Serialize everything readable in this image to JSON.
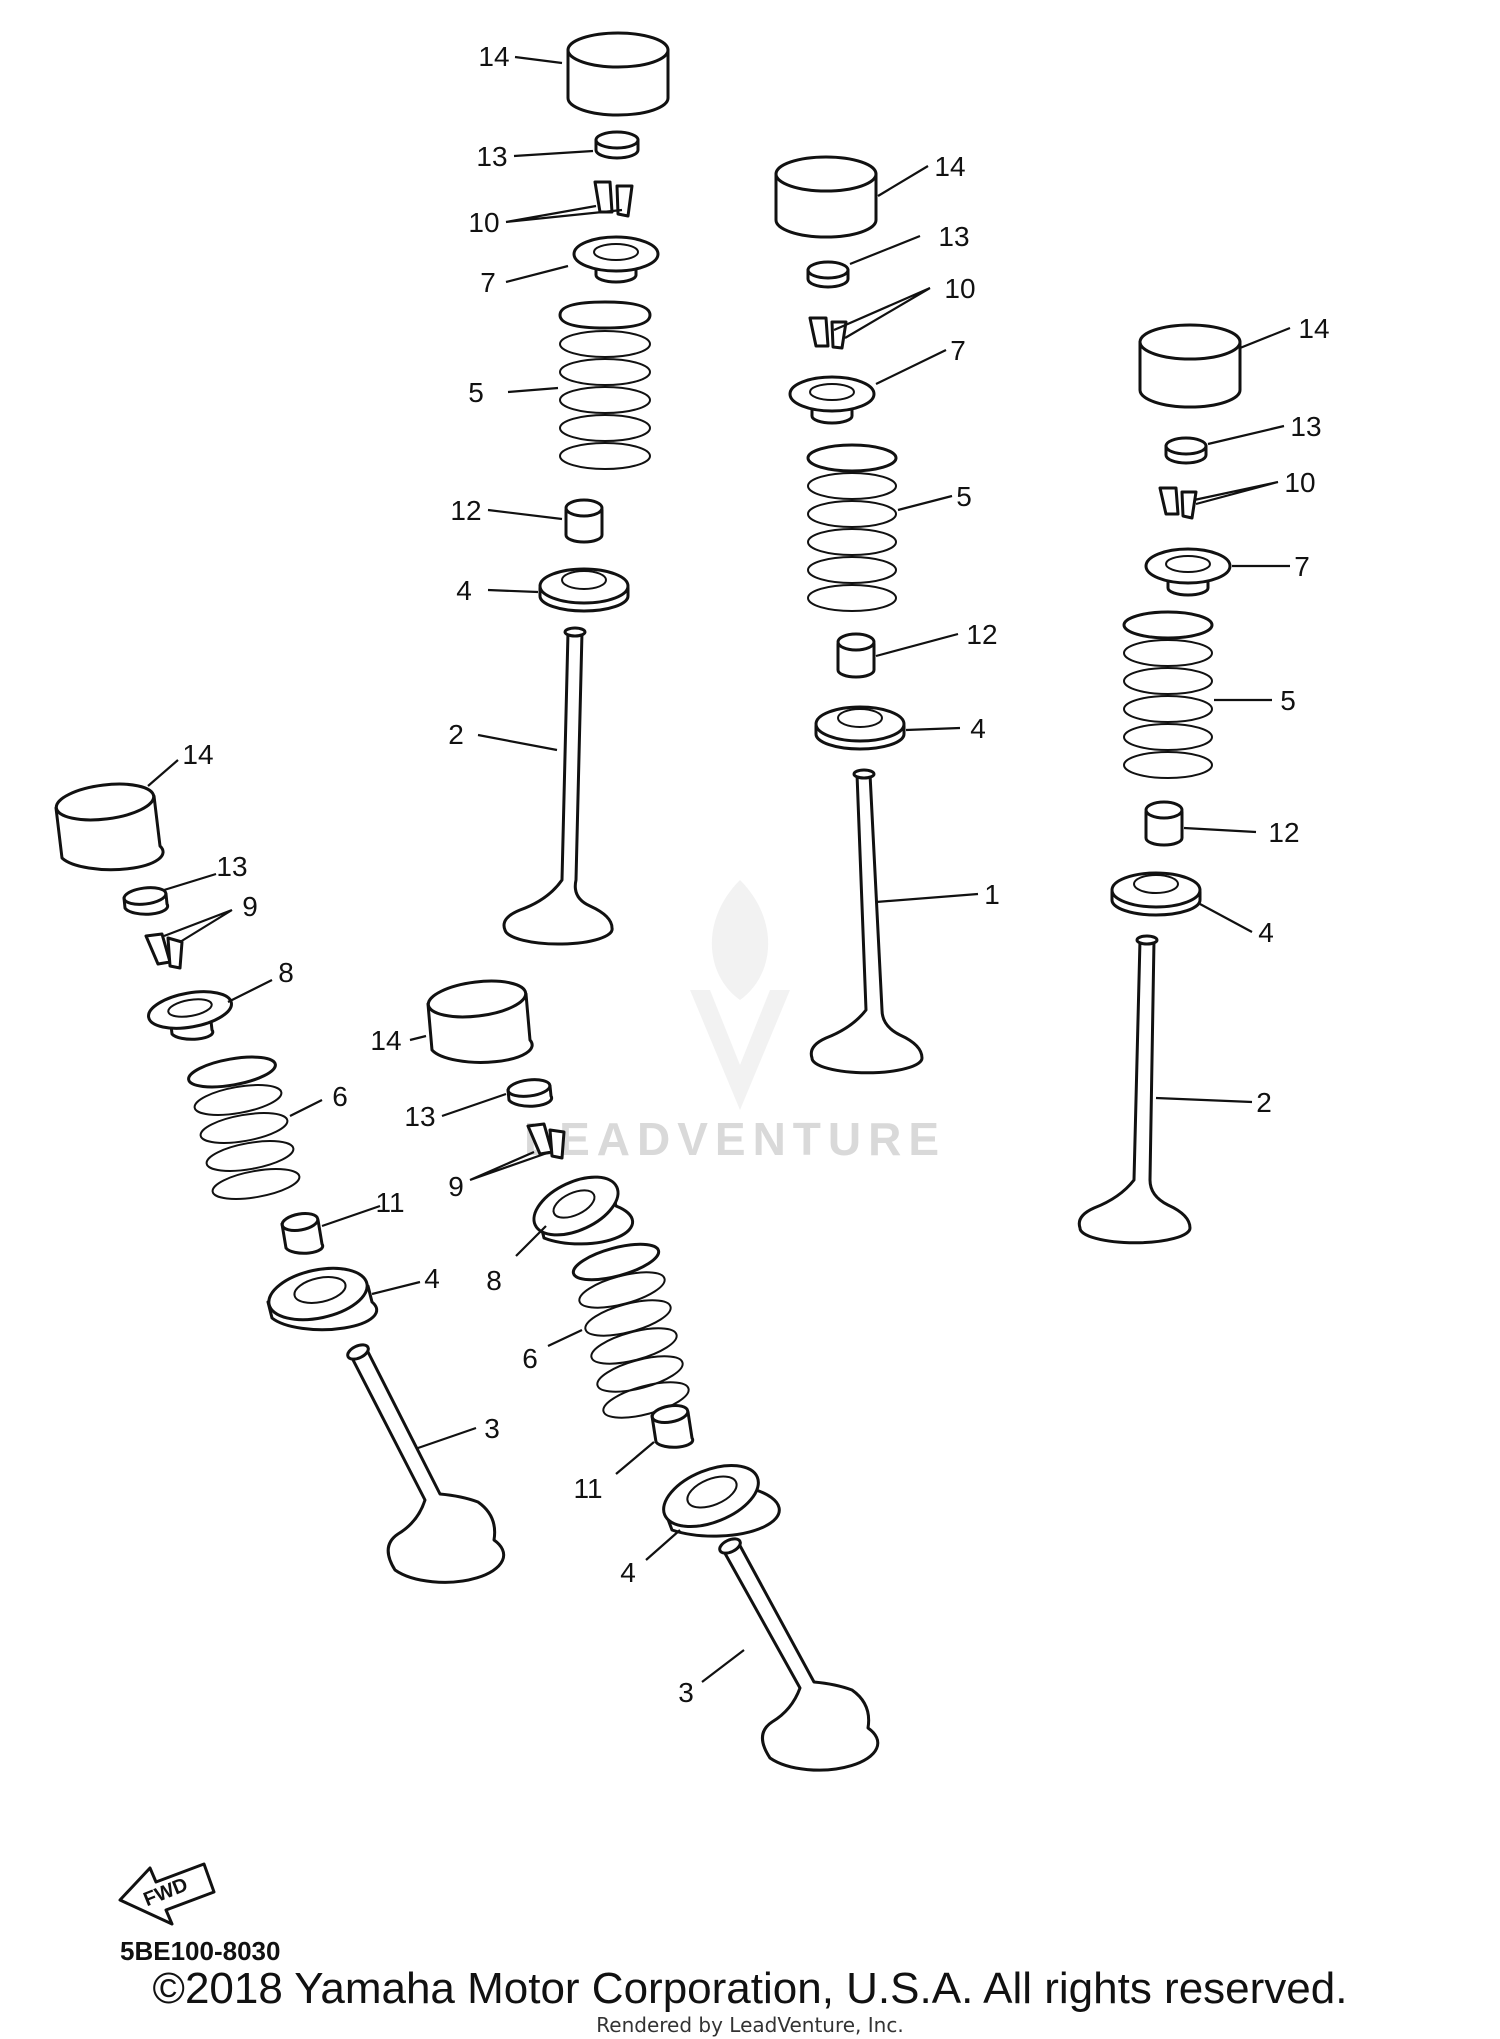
{
  "diagram": {
    "drawing_code": "5BE100-8030",
    "fwd_label": "FWD",
    "watermark": "LEADVENTURE",
    "copyright": "©2018 Yamaha Motor Corporation, U.S.A. All rights reserved.",
    "rendered_by": "Rendered by LeadVenture, Inc."
  },
  "callouts": [
    {
      "id": "c1",
      "part": "14"
    },
    {
      "id": "c2",
      "part": "13"
    },
    {
      "id": "c3",
      "part": "10"
    },
    {
      "id": "c4",
      "part": "7"
    },
    {
      "id": "c5",
      "part": "5"
    },
    {
      "id": "c6",
      "part": "12"
    },
    {
      "id": "c7",
      "part": "4"
    },
    {
      "id": "c8",
      "part": "2"
    },
    {
      "id": "c9",
      "part": "14"
    },
    {
      "id": "c10",
      "part": "13"
    },
    {
      "id": "c11",
      "part": "10"
    },
    {
      "id": "c12",
      "part": "7"
    },
    {
      "id": "c13",
      "part": "5"
    },
    {
      "id": "c14",
      "part": "12"
    },
    {
      "id": "c15",
      "part": "4"
    },
    {
      "id": "c16",
      "part": "1"
    },
    {
      "id": "c17",
      "part": "14"
    },
    {
      "id": "c18",
      "part": "13"
    },
    {
      "id": "c19",
      "part": "10"
    },
    {
      "id": "c20",
      "part": "7"
    },
    {
      "id": "c21",
      "part": "5"
    },
    {
      "id": "c22",
      "part": "12"
    },
    {
      "id": "c23",
      "part": "4"
    },
    {
      "id": "c24",
      "part": "2"
    },
    {
      "id": "c25",
      "part": "14"
    },
    {
      "id": "c26",
      "part": "13"
    },
    {
      "id": "c27",
      "part": "9"
    },
    {
      "id": "c28",
      "part": "8"
    },
    {
      "id": "c29",
      "part": "6"
    },
    {
      "id": "c30",
      "part": "11"
    },
    {
      "id": "c31",
      "part": "4"
    },
    {
      "id": "c32",
      "part": "3"
    },
    {
      "id": "c33",
      "part": "14"
    },
    {
      "id": "c34",
      "part": "13"
    },
    {
      "id": "c35",
      "part": "9"
    },
    {
      "id": "c36",
      "part": "8"
    },
    {
      "id": "c37",
      "part": "6"
    },
    {
      "id": "c38",
      "part": "11"
    },
    {
      "id": "c39",
      "part": "4"
    },
    {
      "id": "c40",
      "part": "3"
    }
  ]
}
